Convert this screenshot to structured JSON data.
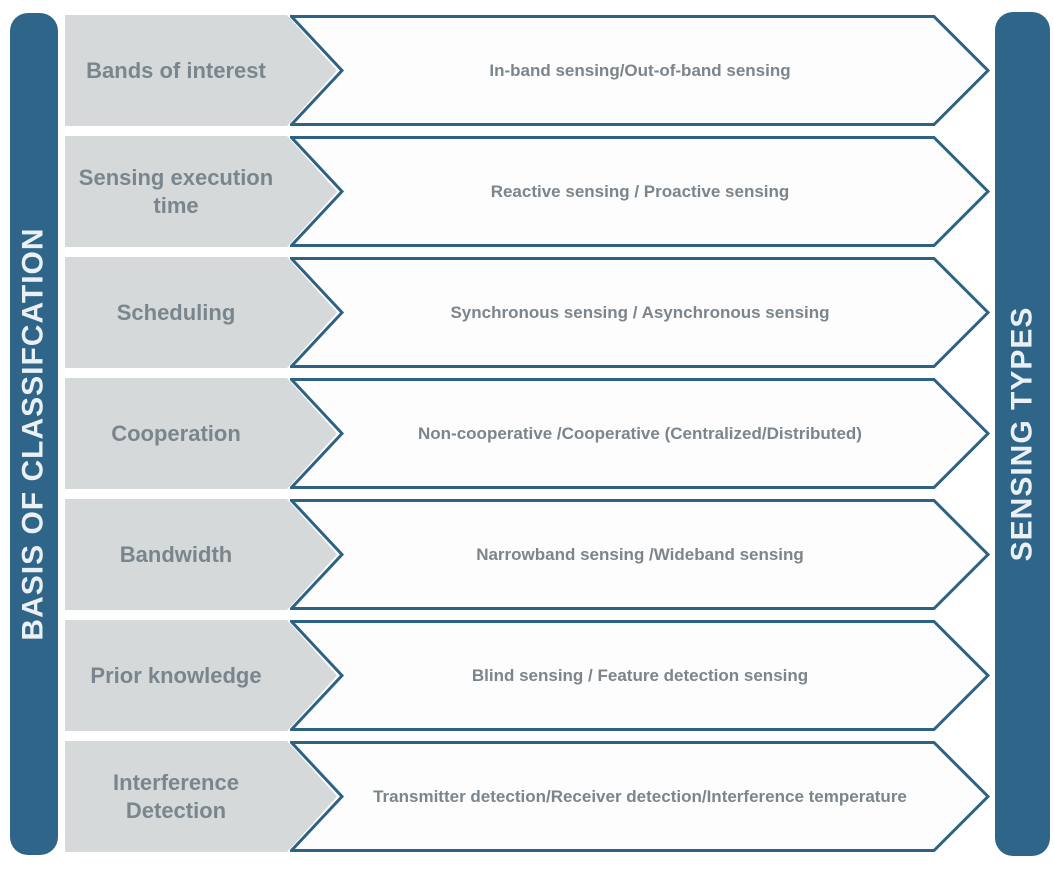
{
  "left_bar": {
    "label": "BASIS OF CLASSIFCATION"
  },
  "right_bar": {
    "label": "SENSING TYPES"
  },
  "rows": [
    {
      "category": "Bands of interest",
      "types": "In-band sensing/Out-of-band sensing"
    },
    {
      "category": "Sensing execution time",
      "types": "Reactive sensing / Proactive sensing"
    },
    {
      "category": "Scheduling",
      "types": "Synchronous sensing / Asynchronous sensing"
    },
    {
      "category": "Cooperation",
      "types": "Non-cooperative /Cooperative (Centralized/Distributed)"
    },
    {
      "category": "Bandwidth",
      "types": "Narrowband sensing /Wideband sensing"
    },
    {
      "category": "Prior knowledge",
      "types": "Blind sensing / Feature detection sensing"
    },
    {
      "category": "Interference Detection",
      "types": "Transmitter detection/Receiver detection/Interference temperature"
    }
  ],
  "colors": {
    "background": "#ffffff",
    "bar_fill": "#2e6588",
    "bar_text": "#eaf0f4",
    "category_fill": "#d6d9da",
    "category_text": "#7a868d",
    "arrow_border": "#2d6285",
    "arrow_fill": "#fdfdfd",
    "arrow_text": "#7b858b"
  }
}
